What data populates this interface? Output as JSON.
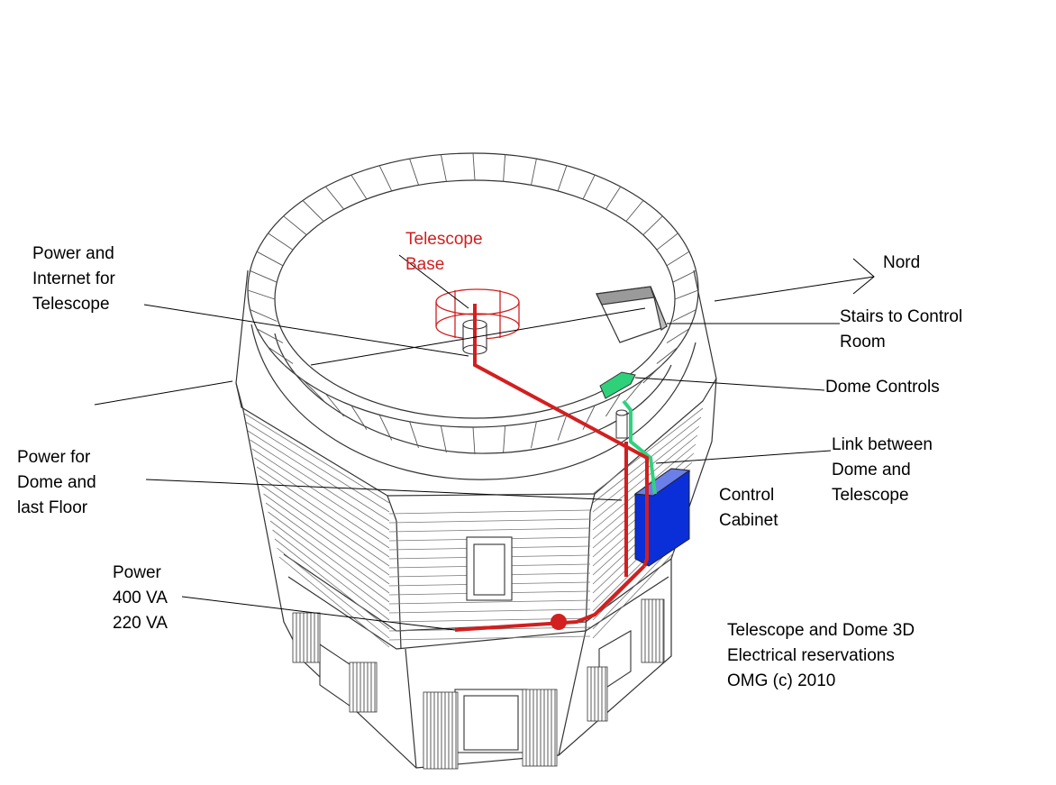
{
  "labels": {
    "power_internet": [
      "Power and",
      "Internet for",
      "Telescope"
    ],
    "telescope_base": [
      "Telescope",
      "Base"
    ],
    "nord": "Nord",
    "stairs": [
      "Stairs to Control",
      "Room"
    ],
    "dome_controls": "Dome Controls",
    "link": [
      "Link between",
      "Dome and",
      "Telescope"
    ],
    "control_cabinet": [
      "Control",
      "Cabinet"
    ],
    "power_dome": [
      "Power for",
      "Dome and",
      "last Floor"
    ],
    "power_main": [
      "Power",
      "400 VA",
      "220 VA"
    ],
    "credits": [
      "Telescope and Dome 3D",
      "Electrical reservations",
      "OMG (c) 2010"
    ]
  },
  "colors": {
    "power_line": "#d21f1f",
    "link_line": "#2ed37f",
    "cabinet": "#0a2fd8",
    "dome_controls": "#2fd07a",
    "telescope_base": "#d21f1f"
  }
}
